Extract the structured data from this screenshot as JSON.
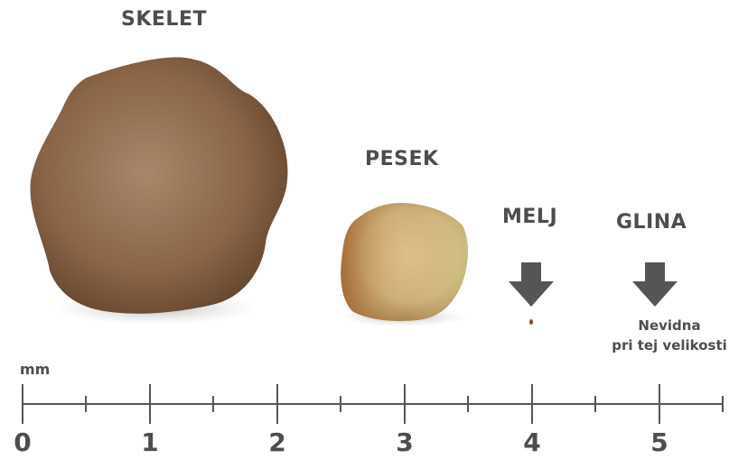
{
  "labels": {
    "skelet": "SKELET",
    "pesek": "PESEK",
    "melj": "MELJ",
    "glina": "GLINA"
  },
  "glina_note": {
    "line1": "Nevidna",
    "line2": "pri tej velikosti"
  },
  "scale": {
    "unit": "mm",
    "ticks": [
      "0",
      "1",
      "2",
      "3",
      "4",
      "5"
    ]
  },
  "colors": {
    "text": "#4d4d4d",
    "skelet": "#8a6548",
    "pesek": "#c9a46a",
    "melj": "#8b4a1e",
    "arrow": "#555555",
    "axis": "#555555"
  },
  "icons": {
    "melj_arrow": "arrow-down-icon",
    "glina_arrow": "arrow-down-icon"
  }
}
